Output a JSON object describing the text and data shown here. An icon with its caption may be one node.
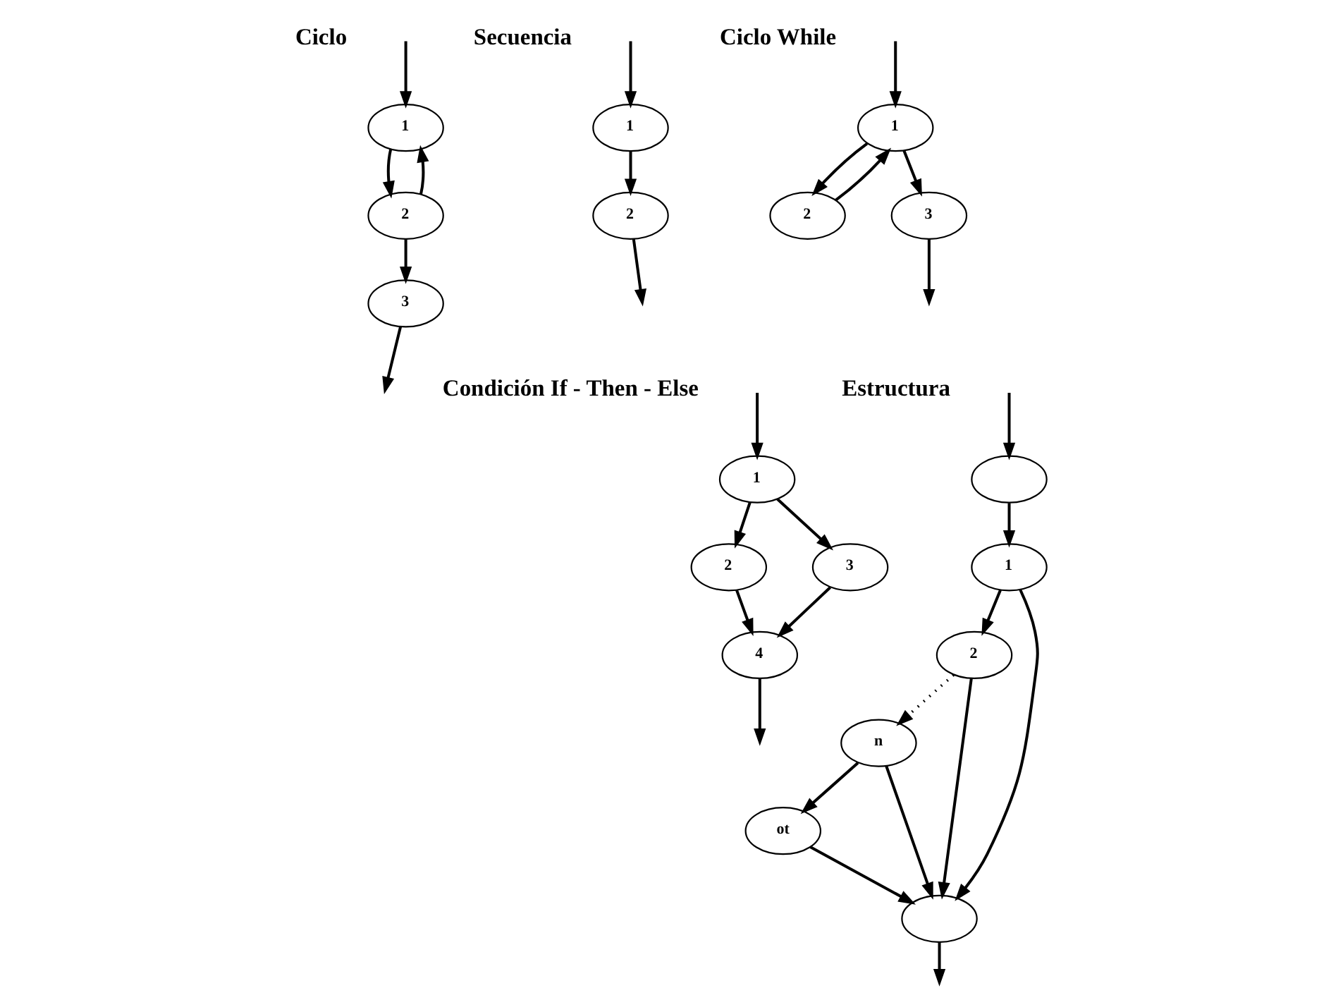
{
  "diagram": {
    "nodes": [
      {
        "text": [
          "1"
        ]
      },
      {
        "text": [
          "2"
        ]
      },
      {
        "text": [
          "1"
        ]
      },
      {
        "text": [
          "2"
        ]
      },
      {
        "text": [
          "3"
        ]
      },
      {
        "text": [
          "1"
        ]
      },
      {
        "text": [
          "2"
        ]
      },
      {
        "text": [
          "3"
        ]
      },
      {
        "text": [
          "1"
        ]
      },
      {
        "text": [
          "2"
        ]
      },
      {
        "text": [
          "3"
        ]
      },
      {
        "text": [
          "4"
        ]
      },
      {
        "text": [],
        "shape": "circle"
      },
      {
        "text": [
          "1"
        ]
      },
      {
        "text": [
          "2"
        ]
      },
      {
        "text": [
          "n"
        ]
      },
      {
        "text": [
          "ot"
        ]
      },
      {
        "text": [],
        "shape": "circle"
      }
    ],
    "edges": [
      {
        "from": null,
        "to": 0,
        "arrow": "to"
      },
      {
        "from": 0,
        "to": 1,
        "arrow": "to"
      },
      {
        "from": 1,
        "to": null,
        "arrow": "to"
      },
      {
        "from": null,
        "to": 2,
        "arrow": "to"
      },
      {
        "from": 2,
        "to": 3,
        "arrow": "to"
      },
      {
        "from": 3,
        "to": 2,
        "arrow": "to"
      },
      {
        "from": 2,
        "to": 4,
        "arrow": "to"
      },
      {
        "from": 4,
        "to": null,
        "arrow": "to"
      },
      {
        "from": null,
        "to": 5,
        "arrow": "to"
      },
      {
        "from": 5,
        "to": 6,
        "arrow": "to"
      },
      {
        "from": 6,
        "to": 5,
        "arrow": "to"
      },
      {
        "from": 6,
        "to": 7,
        "arrow": "to"
      },
      {
        "from": 7,
        "to": null,
        "arrow": "to"
      },
      {
        "from": null,
        "to": 8,
        "arrow": "to"
      },
      {
        "from": 8,
        "to": 9,
        "arrow": "to"
      },
      {
        "from": 8,
        "to": 10,
        "arrow": "to"
      },
      {
        "from": 9,
        "to": 11,
        "arrow": "to"
      },
      {
        "from": 10,
        "to": 11,
        "arrow": "to"
      },
      {
        "from": 11,
        "to": null,
        "arrow": "to"
      },
      {
        "from": null,
        "to": 12,
        "arrow": "to"
      },
      {
        "from": 12,
        "to": 13,
        "arrow": "to"
      },
      {
        "from": 13,
        "to": 14,
        "arrow": "to"
      },
      {
        "from": 14,
        "to": 15,
        "arrow": "to",
        "style": "dashed"
      },
      {
        "from": 15,
        "to": 16,
        "arrow": "to"
      },
      {
        "from": 13,
        "to": 17,
        "arrow": "to"
      },
      {
        "from": 14,
        "to": 17,
        "arrow": "to"
      },
      {
        "from": 15,
        "to": 17,
        "arrow": "to"
      },
      {
        "from": 16,
        "to": 17,
        "arrow": "to"
      },
      {
        "from": 17,
        "to": null,
        "arrow": "to"
      }
    ],
    "labels": [
      "Secuencia",
      "Ciclo While",
      "Ciclo",
      "Condición If - Then - Else",
      "Estructura"
    ]
  }
}
